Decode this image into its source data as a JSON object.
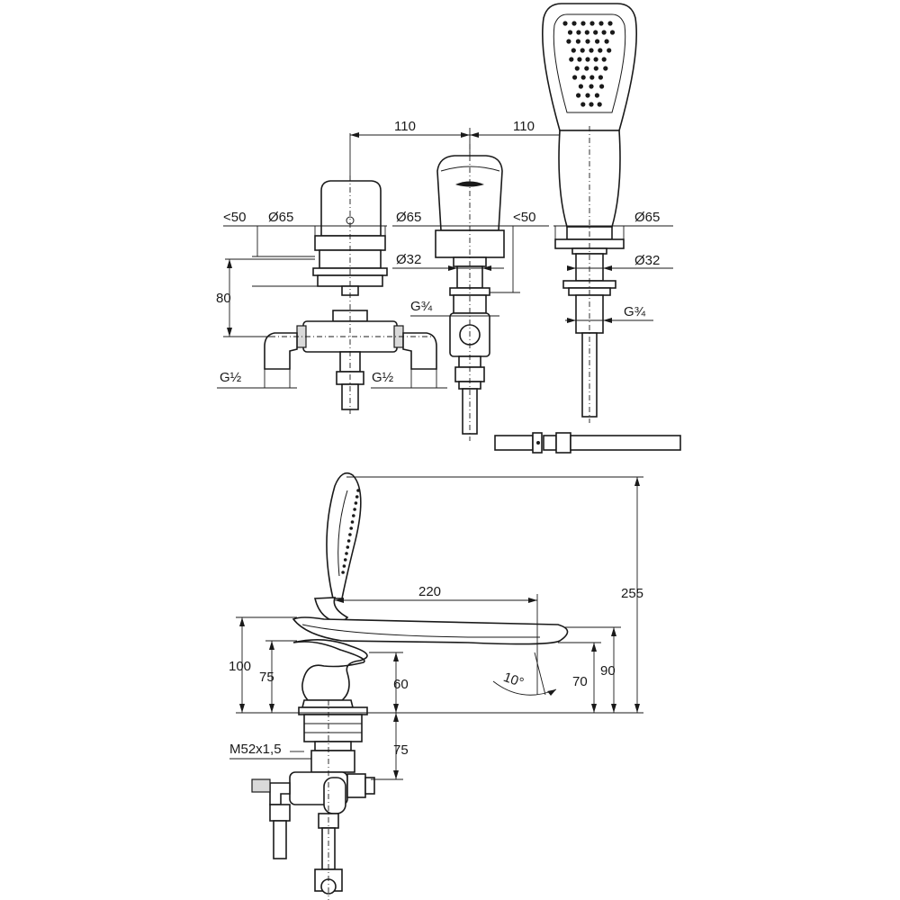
{
  "top_view": {
    "dim_spacing_1": "110",
    "dim_spacing_2": "110",
    "left": {
      "lt50": "<50",
      "d65": "Ø65",
      "d32": "Ø32",
      "h80": "80",
      "g_left": "G½",
      "g_right": "G½"
    },
    "middle": {
      "d65": "Ø65",
      "lt50": "<50",
      "g34": "G¾"
    },
    "right": {
      "d65": "Ø65",
      "d32": "Ø32",
      "g34": "G¾"
    }
  },
  "side_view": {
    "d220": "220",
    "d255": "255",
    "d100": "100",
    "d75_upper": "75",
    "d60": "60",
    "d70": "70",
    "d90": "90",
    "angle": "10°",
    "thread": "M52x1,5",
    "d75_lower": "75"
  }
}
